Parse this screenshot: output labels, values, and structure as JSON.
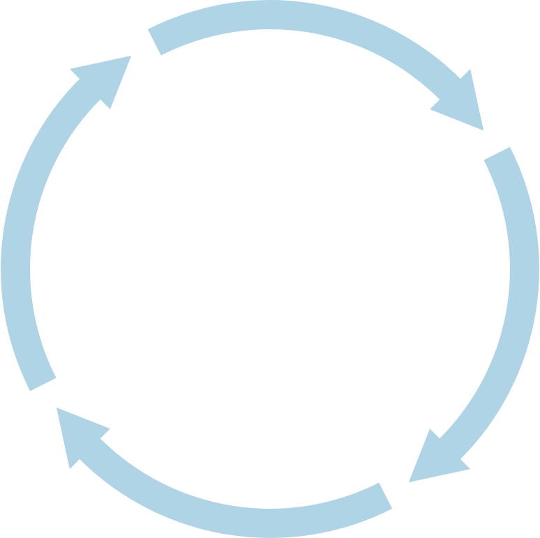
{
  "diagram": {
    "type": "cycle",
    "direction": "clockwise",
    "segment_count": 4,
    "arrow_color": "#AED4E6",
    "background_color": "#FFFFFF",
    "arrows": [
      {
        "from": "top",
        "to": "right"
      },
      {
        "from": "right",
        "to": "bottom"
      },
      {
        "from": "bottom",
        "to": "left"
      },
      {
        "from": "left",
        "to": "top"
      }
    ]
  }
}
